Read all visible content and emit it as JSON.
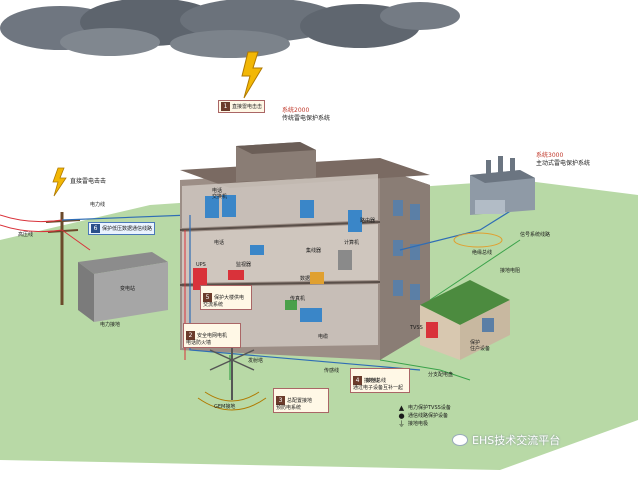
{
  "colors": {
    "sky": "#ffffff",
    "cloud": "#6f7680",
    "lightning": "#f2b705",
    "ground": "#b8d9a6",
    "building_wall": "#9c8e86",
    "building_roof": "#7a6a62",
    "power_line": "#2f6db5",
    "signal_line": "#d9323a",
    "ground_wire": "#3aa24a"
  },
  "labels": {
    "lightning_main": "直接雷电击击",
    "system2000": "系统2000",
    "system2000_desc": "传统雷电保护系统",
    "system3000": "系统3000",
    "system3000_desc": "主动式雷电保护系统",
    "overhead_strike": "直接雷电击击",
    "power_line": "电力线",
    "pole_line": "高压线",
    "transformer": "变电站",
    "power_ground": "电力接地",
    "box6": "保护低压数据通信线路",
    "box5": "保护大楼供电\n交流系统",
    "box2": "安全电网电机\n电话防火墙",
    "box3": "总配置接地\n预防电系统",
    "box4": "接地线\n通过电子设备互补一起",
    "label_tv": "传感线",
    "grounding_bus": "接地总线",
    "insulation": "绝缘总线",
    "signal_trunk": "信号系统线路",
    "subpanel": "分支配电盘",
    "grounding_res": "接地电阻",
    "pbx": "电话\n交换机",
    "router": "路由器",
    "phone": "电话",
    "server": "计算机",
    "data": "数据",
    "camera": "监视器",
    "ups": "UPS",
    "cable": "电缆",
    "fax": "传真机",
    "hub": "集线器",
    "antenna": "发射塔",
    "gem_desc": "GEM接地",
    "tvss": "TVSS",
    "house_box": "保护\n住户设备"
  },
  "legend": [
    {
      "icon": "tvss-symbol",
      "symbol": "▲",
      "text": "电力保护TVSS设备"
    },
    {
      "icon": "comm-protect-symbol",
      "symbol": "●",
      "text": "通信线路保护设备"
    },
    {
      "icon": "ground-symbol",
      "symbol": "⏚",
      "text": "接地电极"
    }
  ],
  "watermark": "EHS技术交流平台"
}
